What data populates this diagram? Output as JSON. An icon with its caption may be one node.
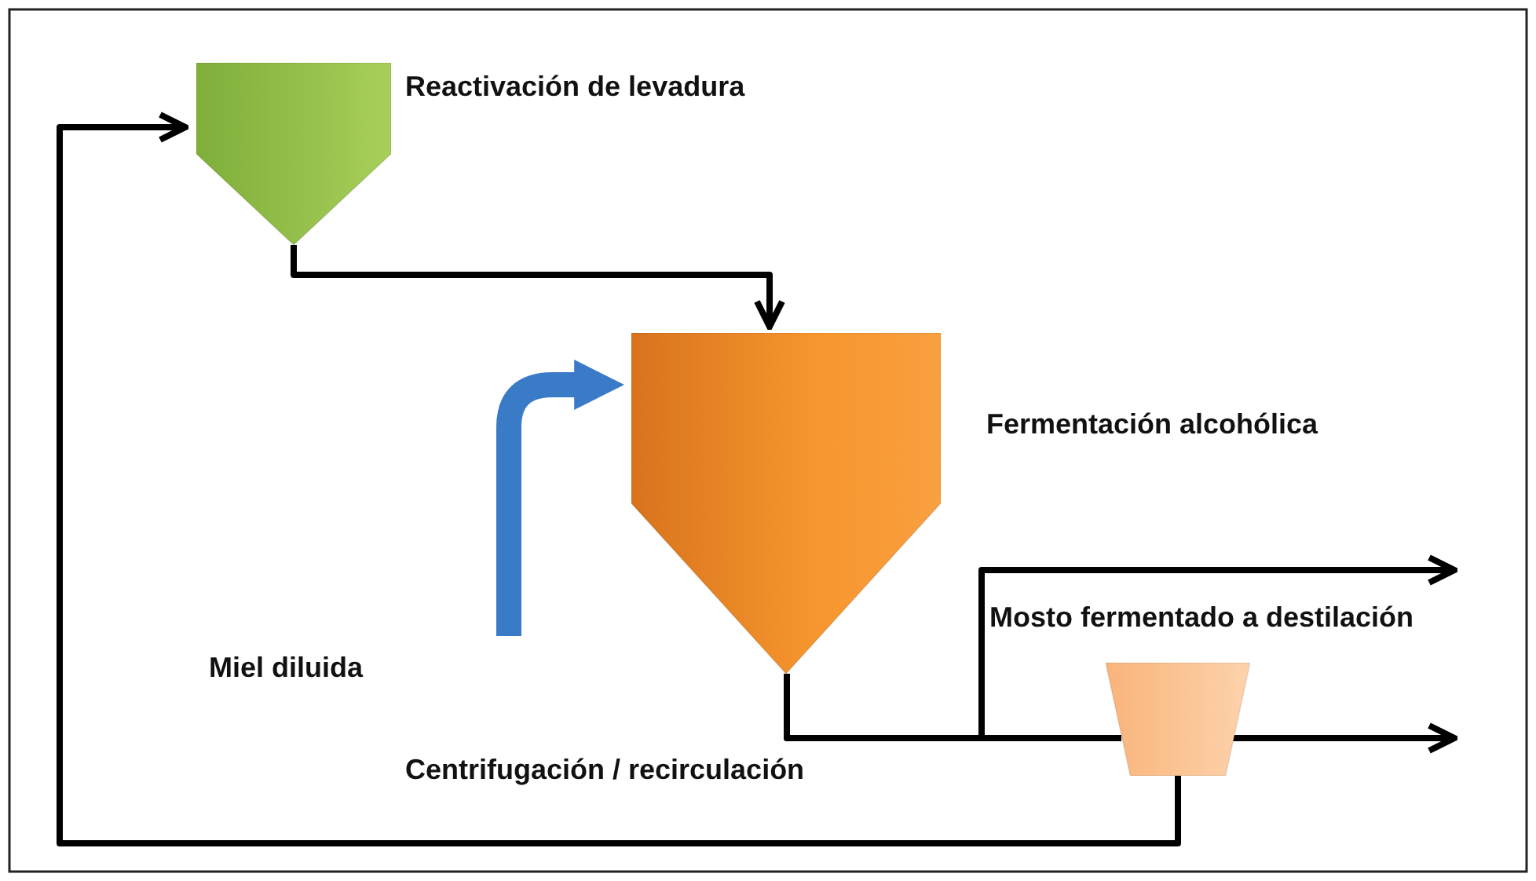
{
  "diagram": {
    "nodes": [
      {
        "text": [],
        "shape": "tank",
        "beside": [
          "Reactivación de levadura"
        ]
      },
      {
        "text": [],
        "shape": "tank",
        "beside": [
          "Fermentación alcohólica"
        ]
      },
      {
        "text": [],
        "shape": "trapezoid"
      }
    ],
    "edges": [
      {
        "from": 0,
        "to": 1,
        "arrow": "to"
      },
      {
        "from": null,
        "to": 1,
        "arrow": "to",
        "style": "thick",
        "color": "#3a7bc8"
      },
      {
        "from": 1,
        "to": null,
        "arrow": "to",
        "label": "Mosto fermentado a destilación"
      },
      {
        "from": 1,
        "to": 2,
        "arrow": "none"
      },
      {
        "from": 2,
        "to": null,
        "arrow": "to"
      },
      {
        "from": 2,
        "to": 0,
        "arrow": "to"
      }
    ],
    "labels": [
      "Miel diluida",
      "Centrifugación / recirculación"
    ]
  }
}
